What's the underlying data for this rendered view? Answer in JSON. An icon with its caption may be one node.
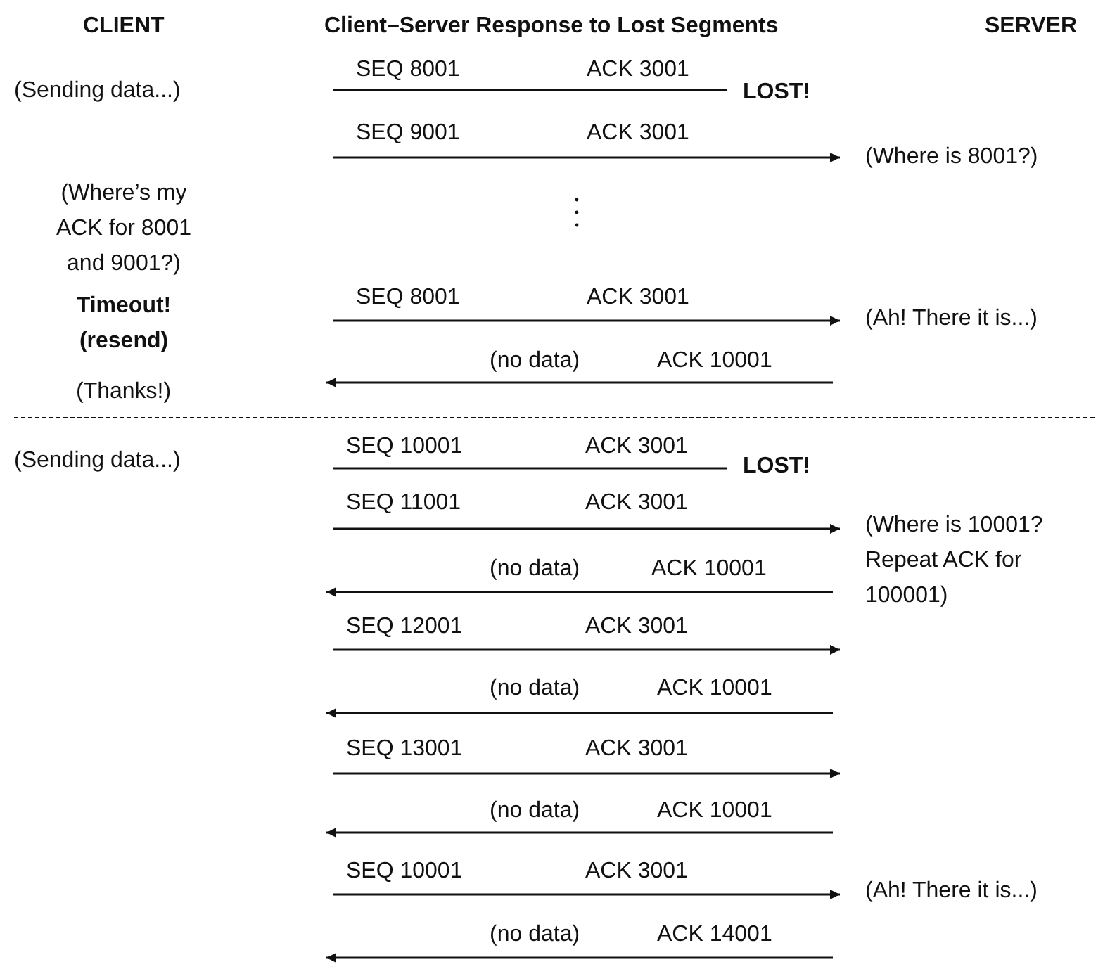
{
  "diagram": {
    "title": "Client–Server Response to Lost Segments",
    "labels": [
      "CLIENT",
      "SERVER",
      "(Sending data...)",
      "SEQ 8001",
      "ACK 3001",
      "LOST!",
      "SEQ 9001",
      "ACK 3001",
      "(Where is 8001?)",
      "(Where’s my ACK for 8001 and 9001?)",
      "Timeout! (resend)",
      "SEQ 8001",
      "ACK 3001",
      "(Ah! There it is...)",
      "(no data)",
      "ACK 10001",
      "(Thanks!)",
      "(Sending data...)",
      "SEQ 10001",
      "ACK 3001",
      "LOST!",
      "SEQ 11001",
      "ACK 3001",
      "(Where is 10001? Repeat ACK for 100001)",
      "(no data)",
      "ACK 10001",
      "SEQ 12001",
      "ACK 3001",
      "(no data)",
      "ACK 10001",
      "SEQ 13001",
      "ACK 3001",
      "(no data)",
      "ACK 10001",
      "SEQ 10001",
      "ACK 3001",
      "(Ah! There it is...)",
      "(no data)",
      "ACK 14001"
    ]
  }
}
